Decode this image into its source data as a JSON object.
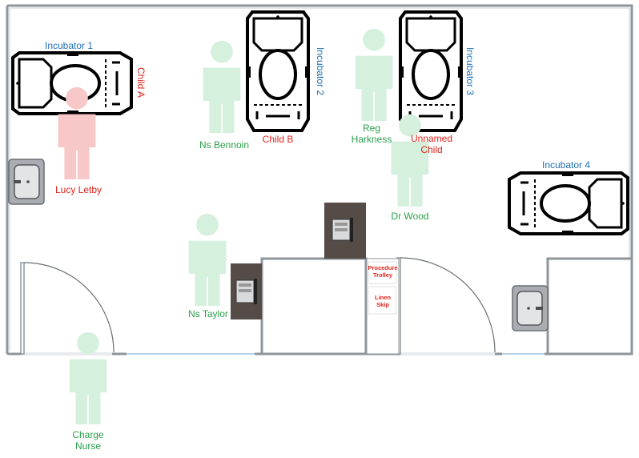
{
  "incubators": [
    {
      "label": "Incubator 1",
      "patient": "Child A"
    },
    {
      "label": "Incubator 2",
      "patient": "Child B"
    },
    {
      "label": "Incubator 3",
      "patient": "Unnamed Child"
    },
    {
      "label": "Incubator 4",
      "patient": ""
    }
  ],
  "people": {
    "lucy_letby": "Lucy Letby",
    "ns_bennoin": "Ns Bennoin",
    "reg_harkness": "Reg Harkness",
    "dr_wood": "Dr Wood",
    "ns_taylor": "Ns Taylor",
    "charge_nurse": "Charge Nurse"
  },
  "fixtures": {
    "procedure_trolley": "Procedure Trolley",
    "linen_skip": "Linen Skip"
  },
  "colors": {
    "incubator_label": "#1f6fb5",
    "patient_label": "#e2231a",
    "staff_label": "#2aa04a",
    "staff_figure": "#d5f1dd",
    "suspect_figure": "#f8c7c7",
    "wall": "#8e959b"
  }
}
